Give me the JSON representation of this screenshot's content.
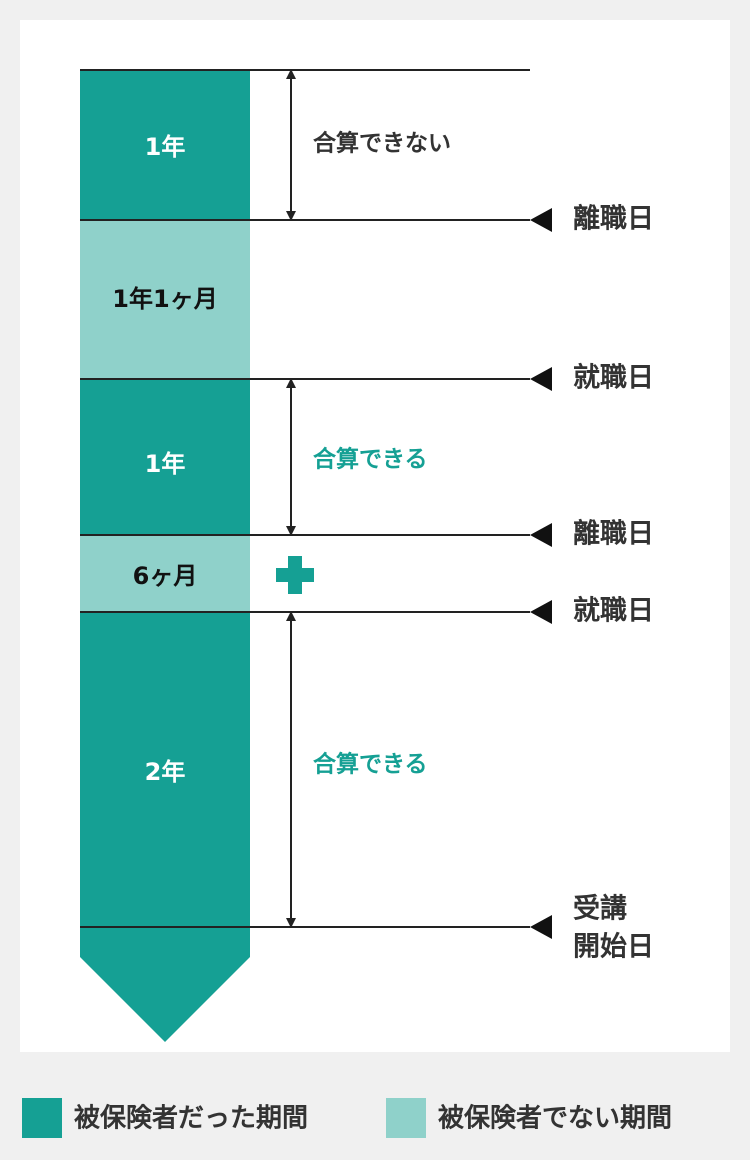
{
  "colors": {
    "background": "#f0f0f0",
    "panel": "#ffffff",
    "insured": "#15a094",
    "uninsured": "#8fd1ca",
    "line": "#222222",
    "text_dark": "#333333",
    "text_black": "#111111",
    "text_teal": "#15a094",
    "text_white": "#ffffff"
  },
  "segments": [
    {
      "label": "1年",
      "kind": "insured"
    },
    {
      "label": "1年1ヶ月",
      "kind": "uninsured"
    },
    {
      "label": "1年",
      "kind": "insured"
    },
    {
      "label": "6ヶ月",
      "kind": "uninsured"
    },
    {
      "label": "2年",
      "kind": "insured"
    }
  ],
  "date_labels": [
    "離職日",
    "就職日",
    "離職日",
    "就職日",
    "受講",
    "開始日"
  ],
  "spans": [
    {
      "label": "合算できない",
      "style": "dark"
    },
    {
      "label": "合算できる",
      "style": "teal"
    },
    {
      "label": "合算できる",
      "style": "teal"
    }
  ],
  "plus_icon": "plus-icon",
  "legend": [
    {
      "label": "被保険者だった期間",
      "kind": "insured"
    },
    {
      "label": "被保険者でない期間",
      "kind": "uninsured"
    }
  ]
}
